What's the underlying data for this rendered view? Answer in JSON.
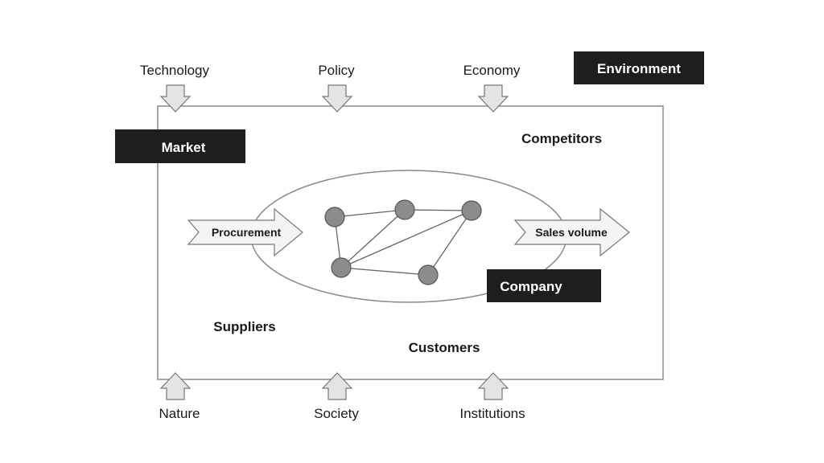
{
  "external_factors": {
    "top": [
      "Technology",
      "Policy",
      "Economy"
    ],
    "bottom": [
      "Nature",
      "Society",
      "Institutions"
    ]
  },
  "labels": {
    "environment": "Environment",
    "market": "Market",
    "company": "Company",
    "competitors": "Competitors",
    "suppliers": "Suppliers",
    "customers": "Customers",
    "procurement": "Procurement",
    "sales_volume": "Sales volume"
  },
  "network": {
    "node_count": 5,
    "edges": [
      [
        0,
        1
      ],
      [
        1,
        2
      ],
      [
        0,
        3
      ],
      [
        3,
        1
      ],
      [
        3,
        2
      ],
      [
        3,
        4
      ],
      [
        4,
        2
      ]
    ]
  },
  "colors": {
    "dark_box": "#1e1e1e",
    "light_arrow": "#e4e4e4",
    "arrow_stroke": "#777777",
    "node_fill": "#8c8c8c",
    "node_stroke": "#555555",
    "frame_stroke": "#8a8a8a"
  }
}
